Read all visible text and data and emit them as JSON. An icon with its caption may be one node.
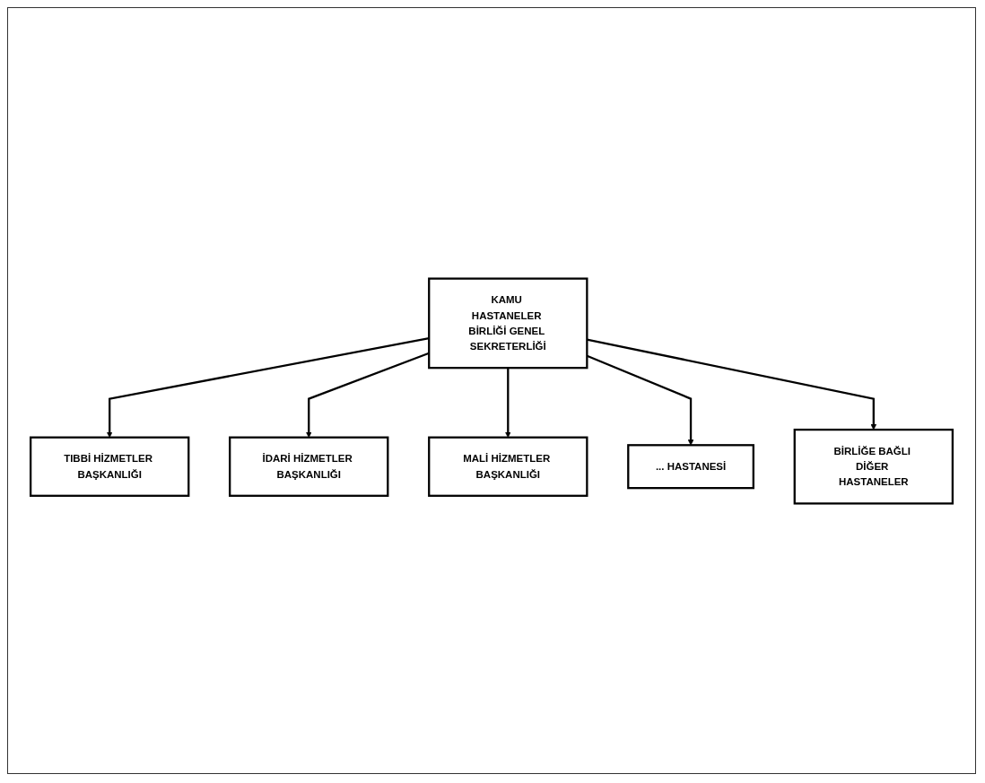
{
  "diagram": {
    "nodes": [
      {
        "text": [
          "KAMU HASTANELER BİRLİĞİ GENEL SEKRETERLİĞİ"
        ]
      },
      {
        "text": [
          "TIBBİ HİZMETLER BAŞKANLIĞI"
        ]
      },
      {
        "text": [
          "İDARİ HİZMETLER BAŞKANLIĞI"
        ]
      },
      {
        "text": [
          "MALİ HİZMETLER BAŞKANLIĞI"
        ]
      },
      {
        "text": [
          "... HASTANESİ"
        ]
      },
      {
        "text": [
          "BİRLİĞE BAĞLI DİĞER HASTANELER"
        ]
      }
    ],
    "edges": [
      {
        "from": 0,
        "to": 1,
        "arrow": "to"
      },
      {
        "from": 0,
        "to": 2,
        "arrow": "to"
      },
      {
        "from": 0,
        "to": 3,
        "arrow": "to"
      },
      {
        "from": 0,
        "to": 4,
        "arrow": "to"
      },
      {
        "from": 0,
        "to": 5,
        "arrow": "to"
      }
    ]
  }
}
